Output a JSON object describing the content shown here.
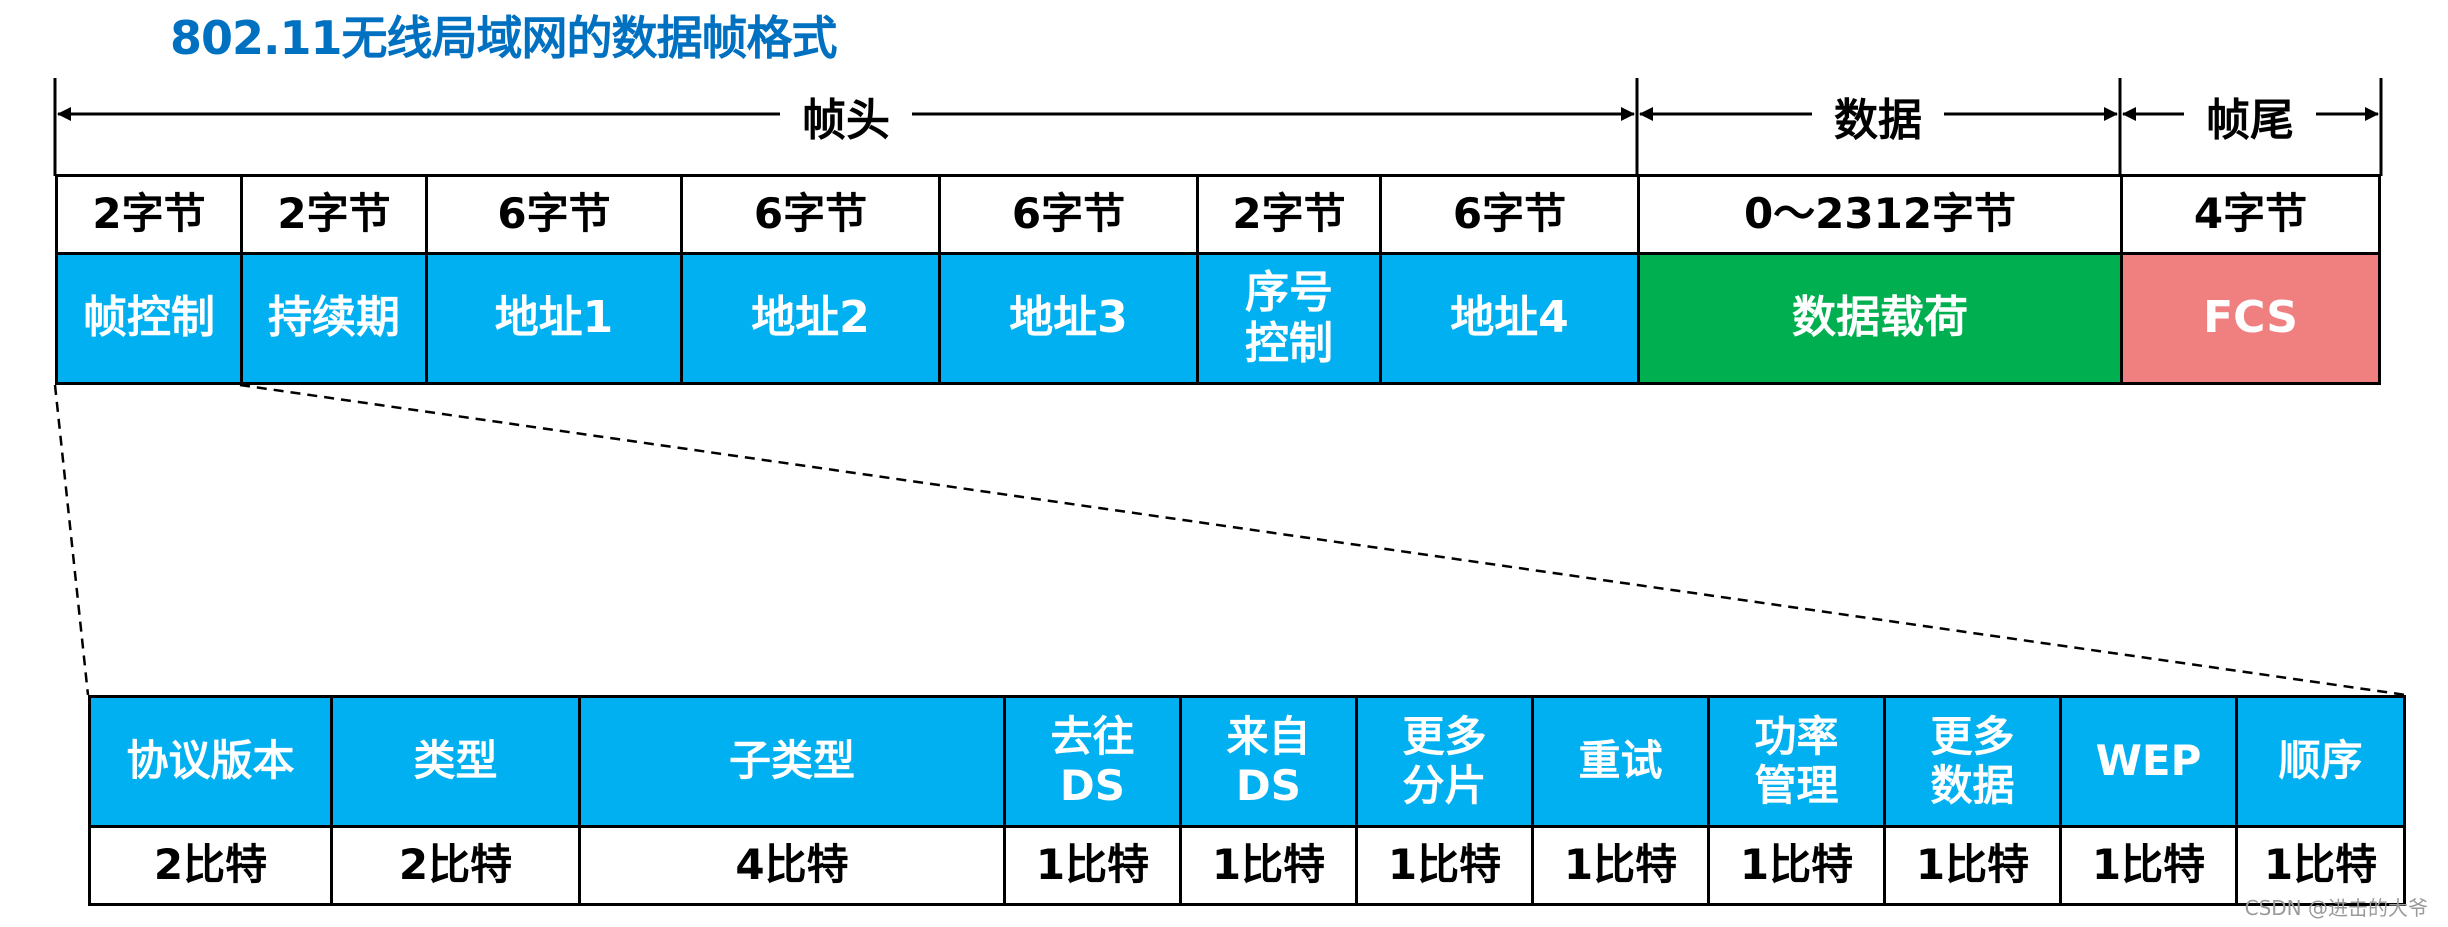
{
  "title": "802.11无线局域网的数据帧格式",
  "spans": [
    {
      "label": "帧头"
    },
    {
      "label": "数据"
    },
    {
      "label": "帧尾"
    }
  ],
  "frame_fields": [
    {
      "bytes": "2字节",
      "name": "帧控制"
    },
    {
      "bytes": "2字节",
      "name": "持续期"
    },
    {
      "bytes": "6字节",
      "name": "地址1"
    },
    {
      "bytes": "6字节",
      "name": "地址2"
    },
    {
      "bytes": "6字节",
      "name": "地址3"
    },
    {
      "bytes": "2字节",
      "name": "序号\n控制"
    },
    {
      "bytes": "6字节",
      "name": "地址4"
    },
    {
      "bytes": "0～2312字节",
      "name": "数据载荷"
    },
    {
      "bytes": "4字节",
      "name": "FCS"
    }
  ],
  "frame_control_fields": [
    {
      "name": "协议版本",
      "bits": "2比特"
    },
    {
      "name": "类型",
      "bits": "2比特"
    },
    {
      "name": "子类型",
      "bits": "4比特"
    },
    {
      "name": "去往\nDS",
      "bits": "1比特"
    },
    {
      "name": "来自\nDS",
      "bits": "1比特"
    },
    {
      "name": "更多\n分片",
      "bits": "1比特"
    },
    {
      "name": "重试",
      "bits": "1比特"
    },
    {
      "name": "功率\n管理",
      "bits": "1比特"
    },
    {
      "name": "更多\n数据",
      "bits": "1比特"
    },
    {
      "name": "WEP",
      "bits": "1比特"
    },
    {
      "name": "顺序",
      "bits": "1比特"
    }
  ],
  "colors": {
    "header": "#00b0f0",
    "data": "#00b050",
    "trailer": "#f08080",
    "title": "#0070c0"
  },
  "watermark": "CSDN @进击的大爷"
}
